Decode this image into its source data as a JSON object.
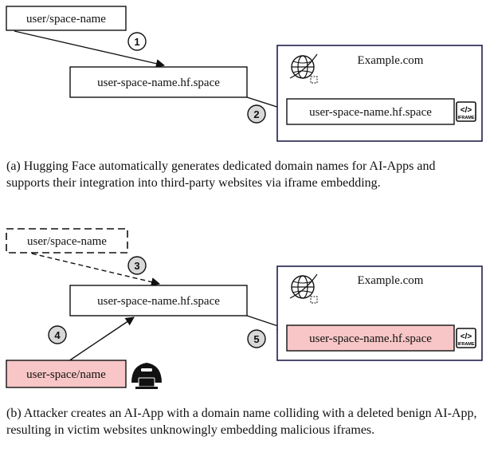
{
  "panel_a": {
    "source_label": "user/space-name",
    "domain_label": "user-space-name.hf.space",
    "website_title": "Example.com",
    "embedded_label": "user-space-name.hf.space",
    "step_top": "1",
    "step_embed": "2",
    "iframe_badge": "IFRAME",
    "iframe_glyph": "</>",
    "caption": "(a) Hugging Face automatically generates dedicated domain names for AI-Apps and supports their integration into third-party websites via iframe embedding."
  },
  "panel_b": {
    "deleted_label": "user/space-name",
    "domain_label": "user-space-name.hf.space",
    "attacker_label": "user-space/name",
    "website_title": "Example.com",
    "embedded_label": "user-space-name.hf.space",
    "step_deleted": "3",
    "step_attacker": "4",
    "step_embed": "5",
    "iframe_badge": "IFRAME",
    "iframe_glyph": "</>",
    "caption": "(b) Attacker creates an AI-App with a domain name colliding with a deleted benign AI-App, resulting in victim websites unknowingly embedding malicious iframes."
  },
  "colors": {
    "malicious_fill": "#f8c6c6",
    "website_border": "#1f1f4d",
    "stroke": "#111111"
  },
  "icons": [
    "globe-icon",
    "iframe-icon",
    "hacker-icon"
  ]
}
